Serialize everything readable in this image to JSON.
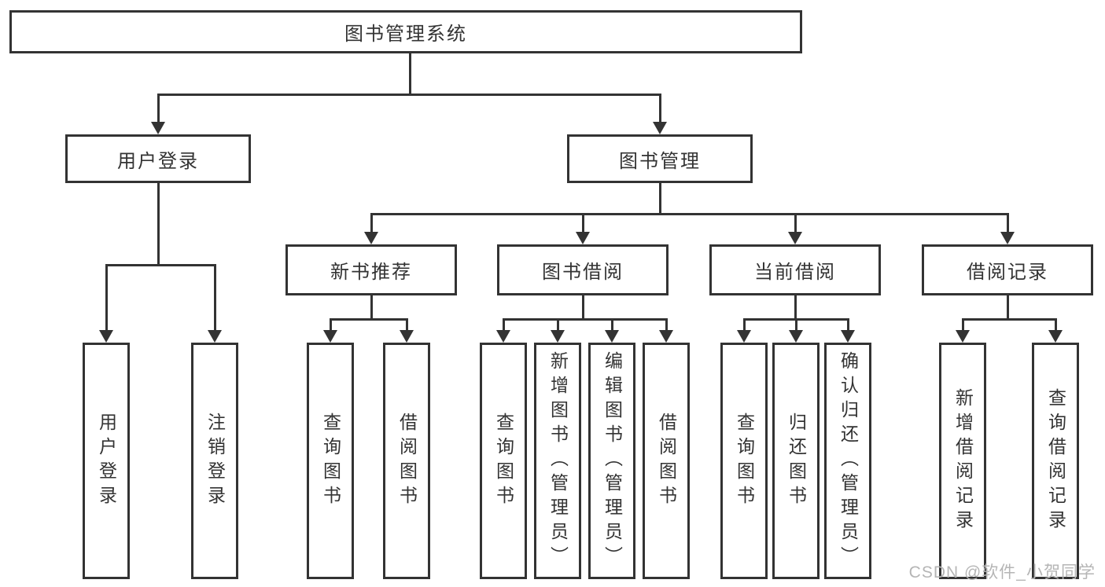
{
  "diagram": {
    "root": {
      "label": "图书管理系统"
    },
    "branches": [
      {
        "label": "用户登录",
        "children": [
          {
            "label": "用户登录"
          },
          {
            "label": "注销登录"
          }
        ]
      },
      {
        "label": "图书管理",
        "children": [
          {
            "label": "新书推荐",
            "children": [
              {
                "label": "查询图书"
              },
              {
                "label": "借阅图书"
              }
            ]
          },
          {
            "label": "图书借阅",
            "children": [
              {
                "label": "查询图书"
              },
              {
                "label": "新增图书（管理员）"
              },
              {
                "label": "编辑图书（管理员）"
              },
              {
                "label": "借阅图书"
              }
            ]
          },
          {
            "label": "当前借阅",
            "children": [
              {
                "label": "查询图书"
              },
              {
                "label": "归还图书"
              },
              {
                "label": "确认归还（管理员）"
              }
            ]
          },
          {
            "label": "借阅记录",
            "children": [
              {
                "label": "新增借阅记录"
              },
              {
                "label": "查询借阅记录"
              }
            ]
          }
        ]
      }
    ]
  },
  "watermark": {
    "text": "CSDN @软件_小贺同学",
    "color": "#b5b5b5"
  },
  "colors": {
    "line": "#333333",
    "box_border": "#333333",
    "box_background": "#ffffff",
    "text": "#333333"
  }
}
